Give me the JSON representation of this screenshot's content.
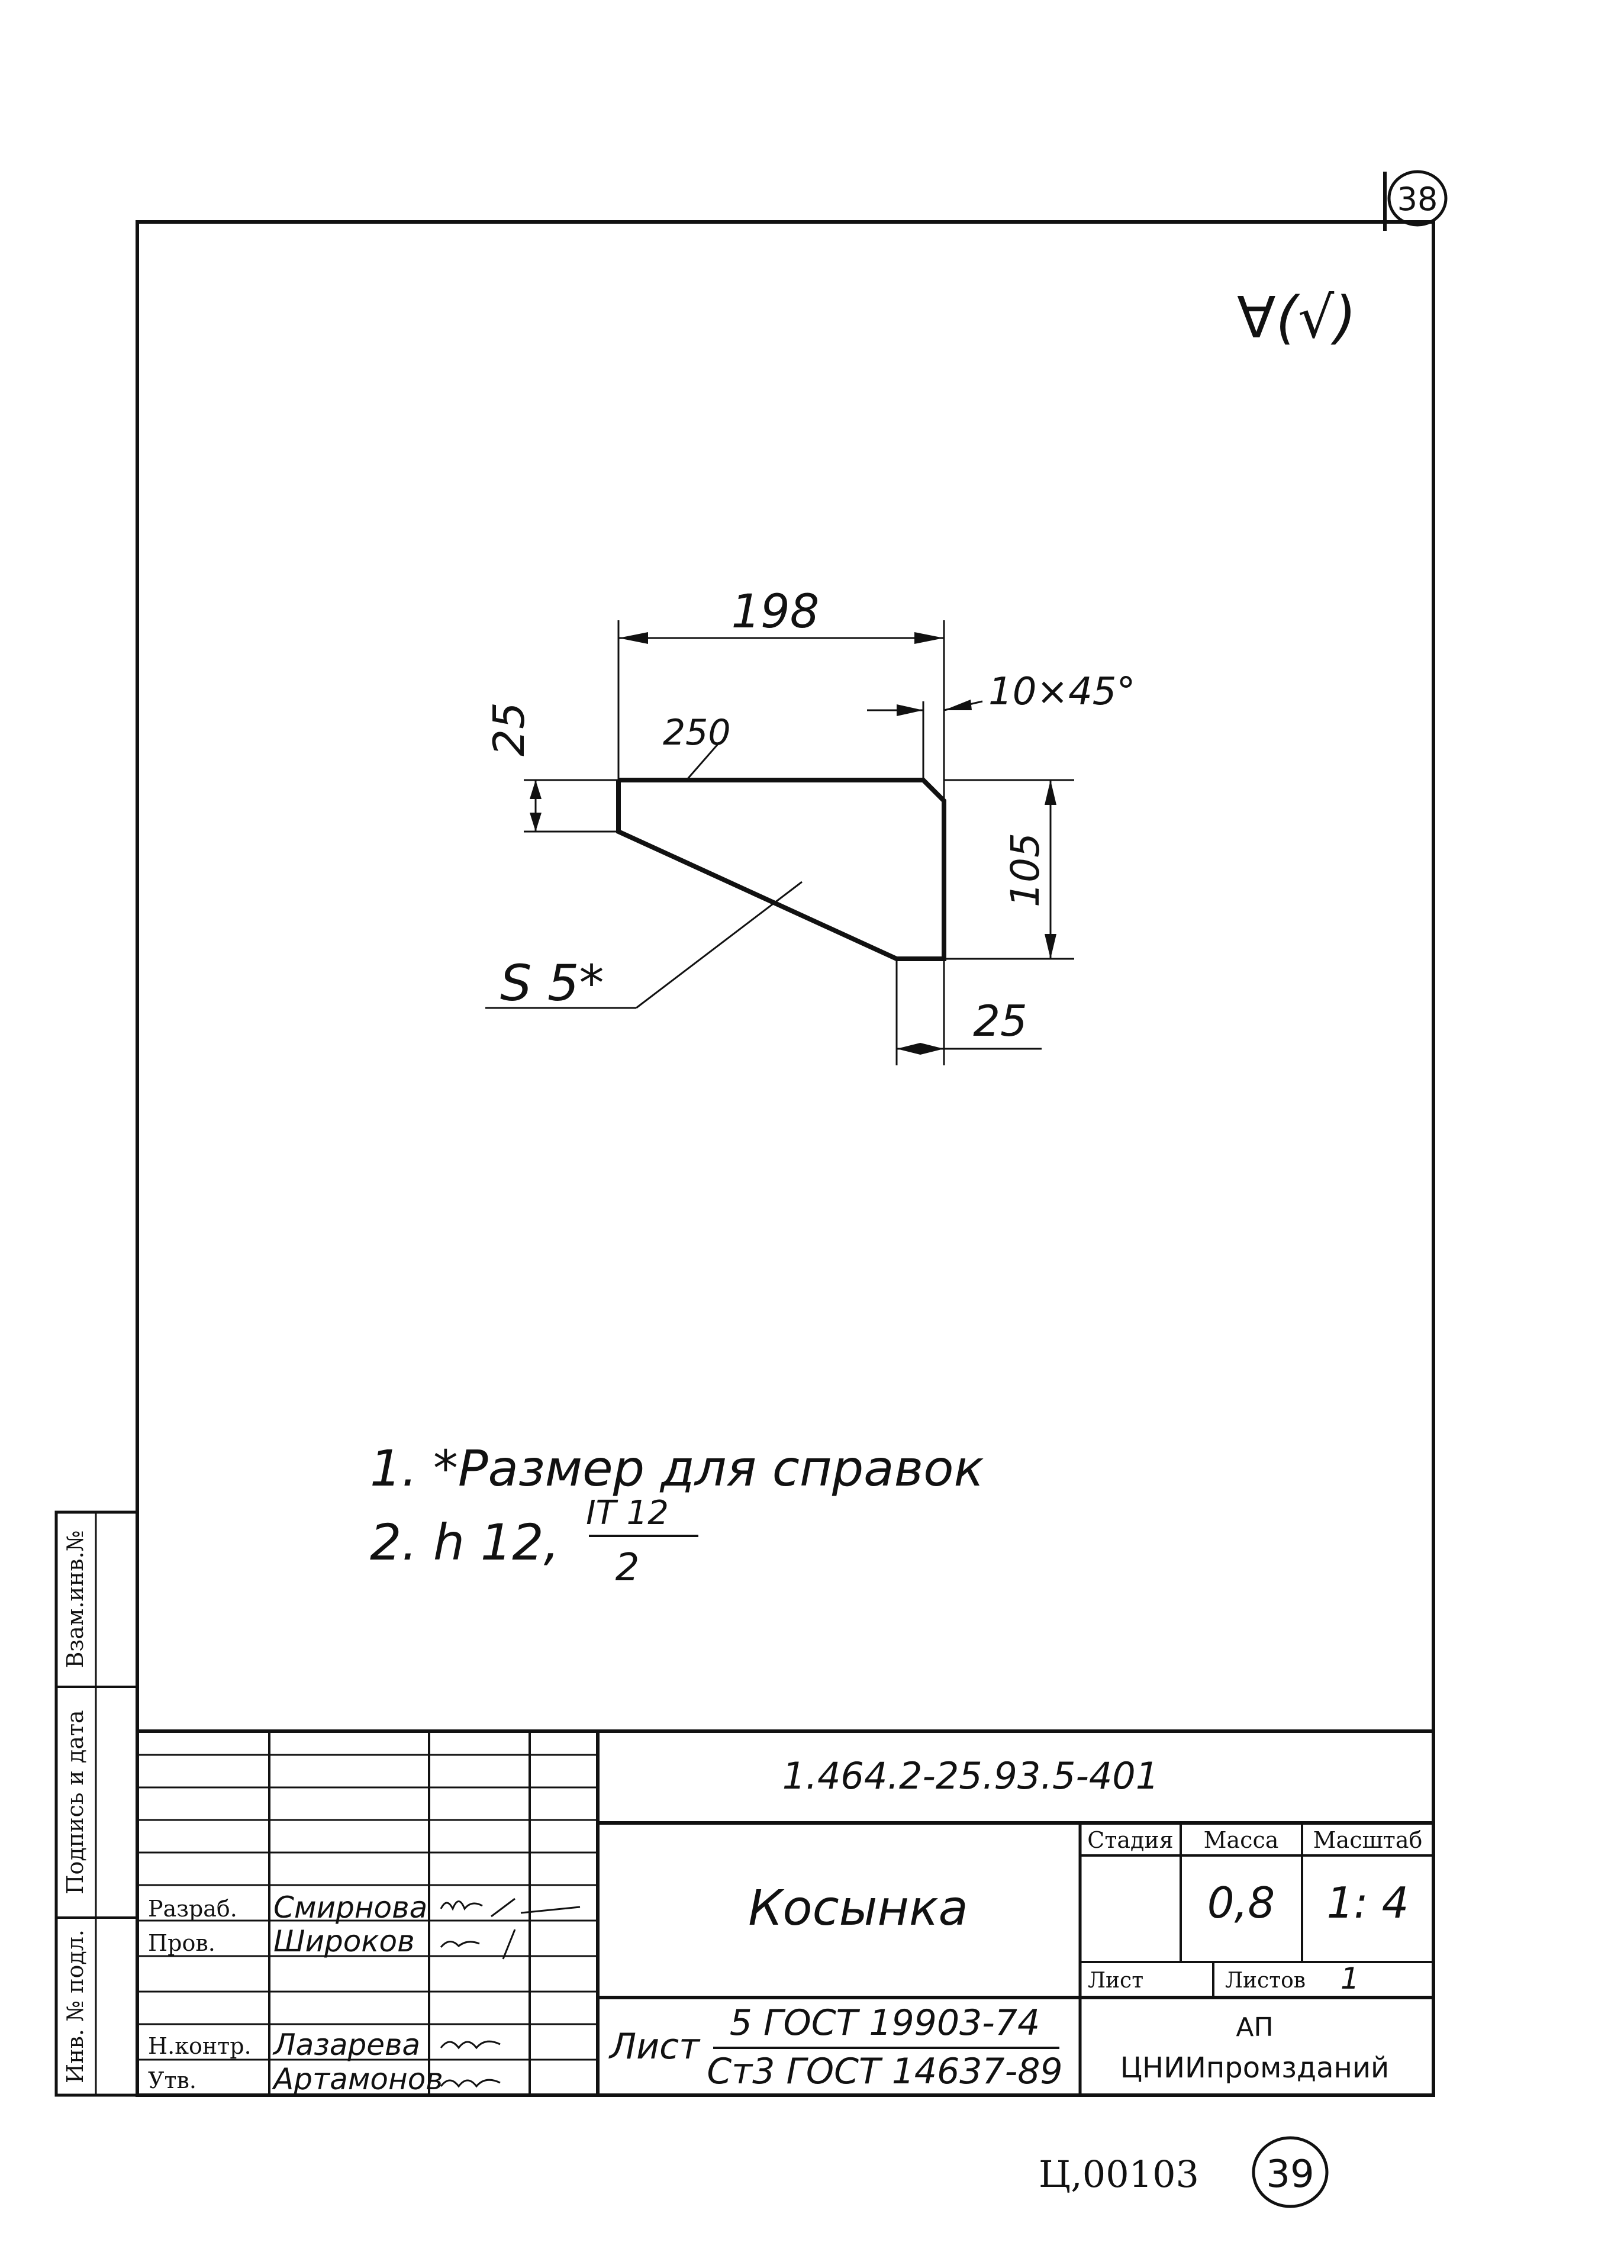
{
  "sheet_marks": {
    "top_page_number": "38",
    "roughness_symbol": "∀(√)",
    "bottom_code": "Ц,00103",
    "bottom_page_number": "39"
  },
  "drawing": {
    "dim_width": "198",
    "dim_chamfer": "10×45°",
    "dim_left_height": "25",
    "dim_top_label": "250",
    "dim_right_height": "105",
    "dim_bottom_width": "25",
    "thickness": "S 5*"
  },
  "notes": {
    "note1": "1. *Размер для справок",
    "note2_prefix": "2.  h 12,",
    "note2_num": "IT 12",
    "note2_den": "2"
  },
  "side_stamp": {
    "inv_podl": "Инв. № подл.",
    "podpis_data": "Подпись и дата",
    "vzam_inv": "Взам.инв.№"
  },
  "title_block": {
    "designation": "1.464.2-25.93.5-401",
    "part_name": "Косынка",
    "stage_header": "Стадия",
    "mass_header": "Масса",
    "scale_header": "Масштаб",
    "mass_value": "0,8",
    "scale_value": "1: 4",
    "sheet_label": "Лист",
    "sheets_label": "Листов",
    "sheets_value": "1",
    "material_prefix": "Лист",
    "material_top": "5 ГОСТ 19903-74",
    "material_bottom": "Ст3 ГОСТ 14637-89",
    "org_line1": "АП",
    "org_line2": "ЦНИИпромзданий",
    "rows": [
      {
        "role": "Разраб.",
        "name": "Смирнова"
      },
      {
        "role": "Пров.",
        "name": "Широков"
      },
      {
        "role": "Н.контр.",
        "name": "Лазарева"
      },
      {
        "role": "Утв.",
        "name": "Артамонов"
      }
    ]
  }
}
